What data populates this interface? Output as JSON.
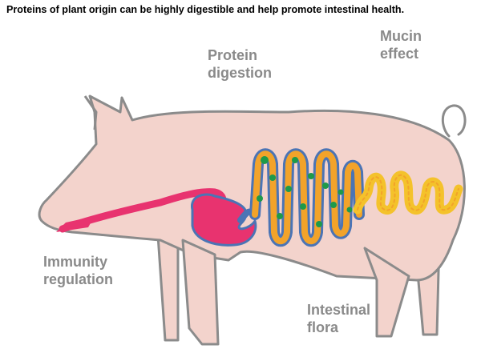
{
  "headline": "Proteins of plant origin can be highly digestible and help promote intestinal health.",
  "labels": {
    "protein_digestion": [
      "Protein",
      "digestion"
    ],
    "mucin_effect": [
      "Mucin",
      "effect"
    ],
    "immunity_regulation": [
      "Immunity",
      "regulation"
    ],
    "intestinal_flora": [
      "Intestinal",
      "flora"
    ]
  },
  "colors": {
    "pig_fill": "#f3d3cc",
    "pig_outline": "#8b8b8b",
    "stomach": "#e8336f",
    "mouth": "#e8336f",
    "small_intestine_outer": "#4b74b5",
    "small_intestine_inner": "#f2a32a",
    "flora_dots": "#1e9a4a",
    "large_intestine": "#f4c22b",
    "label_text": "#8a8a8a"
  }
}
